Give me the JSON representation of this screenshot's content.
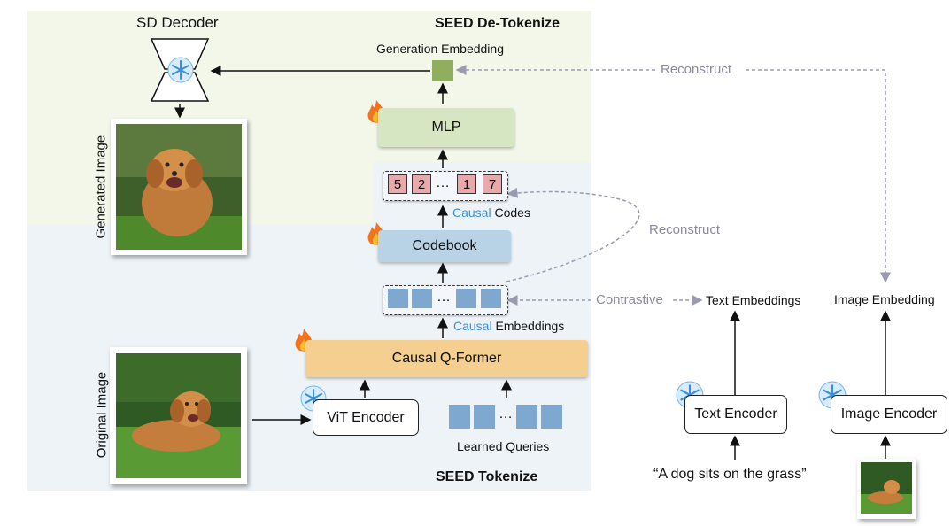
{
  "diagram": {
    "sd_decoder": "SD Decoder",
    "seed_detokenize": "SEED De-Tokenize",
    "generation_embedding": "Generation Embedding",
    "reconstruct_top": "Reconstruct",
    "mlp": "MLP",
    "codes": [
      "5",
      "2",
      "1",
      "7"
    ],
    "ellipsis": "…",
    "causal_word": "Causal",
    "codes_label": " Codes",
    "reconstruct_mid": "Reconstruct",
    "codebook": "Codebook",
    "contrastive": "Contrastive",
    "text_embeddings": "Text Embeddings",
    "image_embedding": "Image Embedding",
    "embeddings_label": " Embeddings",
    "qformer": "Causal Q-Former",
    "vit_encoder": "ViT Encoder",
    "learned_queries": "Learned Queries",
    "seed_tokenize": "SEED Tokenize",
    "text_encoder": "Text Encoder",
    "image_encoder": "Image Encoder",
    "caption": "“A dog sits on the grass”",
    "generated_image": "Generated Image",
    "original_image": "Original Image"
  },
  "colors": {
    "detok_bg": "#f3f7ea",
    "tok_bg": "#eef3f8",
    "mlp": "#d6e6c2",
    "codebook": "#b9d3e6",
    "qformer": "#f4cf8f",
    "code_cell": "#e8a9ad",
    "embedding_cell": "#7ea8cf",
    "gen_embedding": "#8fae5e",
    "causal_text": "#3a8fd6",
    "dashed_arrow": "#9a9ab0"
  },
  "icons": [
    "snowflake-icon",
    "fire-icon",
    "dog-photo",
    "trapezoid-decoder-icon"
  ]
}
